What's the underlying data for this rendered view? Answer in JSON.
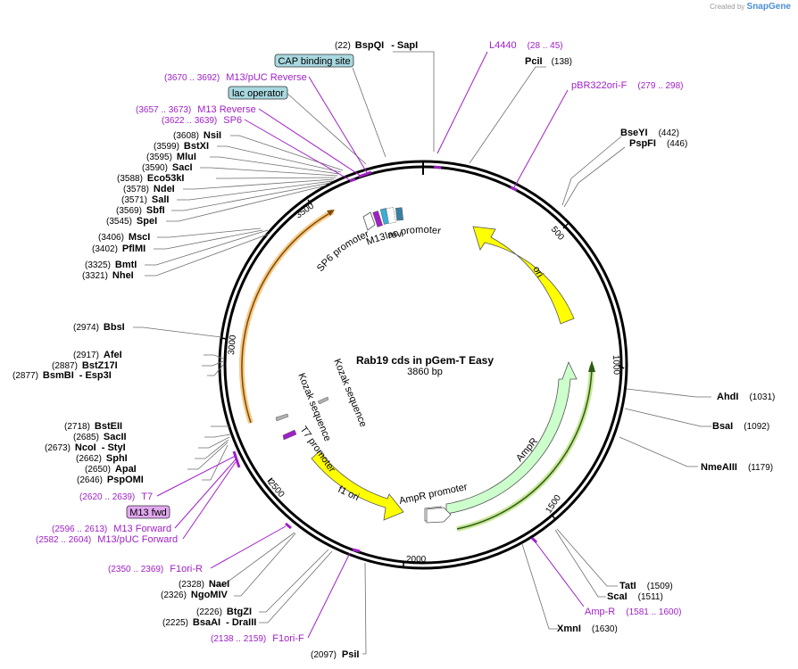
{
  "watermark": {
    "prefix": "Created by",
    "brand": "SnapGene"
  },
  "plasmid": {
    "name": "Rab19 cds in pGem-T Easy",
    "length": "3860 bp"
  },
  "ticks": [
    "500",
    "1000",
    "1500",
    "2000",
    "2500",
    "3000",
    "3500"
  ],
  "features": {
    "ori": "ori",
    "ampr": "AmpR",
    "ampr_promoter": "AmpR promoter",
    "f1_ori": "f1 ori",
    "t7_promoter": "T7 promoter",
    "kozak1": "Kozak sequence",
    "kozak2": "Kozak sequence",
    "sp6_promoter": "SP6 promoter",
    "m13_rev": "M13 rev",
    "lac_promoter": "lac promoter"
  },
  "sites": [
    {
      "pos": "(22)",
      "name": "BspQI",
      "extra": "-  SapI"
    },
    {
      "pos": "(138)",
      "name": "PciI",
      "extra": ""
    },
    {
      "pos": "(442)",
      "name": "BseYI",
      "extra": ""
    },
    {
      "pos": "(446)",
      "name": "PspFI",
      "extra": ""
    },
    {
      "pos": "(1031)",
      "name": "AhdI",
      "extra": ""
    },
    {
      "pos": "(1092)",
      "name": "BsaI",
      "extra": ""
    },
    {
      "pos": "(1179)",
      "name": "NmeAIII",
      "extra": ""
    },
    {
      "pos": "(1509)",
      "name": "TatI",
      "extra": ""
    },
    {
      "pos": "(1511)",
      "name": "ScaI",
      "extra": ""
    },
    {
      "pos": "(1630)",
      "name": "XmnI",
      "extra": ""
    },
    {
      "pos": "(2097)",
      "name": "PsiI",
      "extra": ""
    },
    {
      "pos": "(2225)",
      "name": "BsaAI",
      "extra": "-  DraIII"
    },
    {
      "pos": "(2226)",
      "name": "BtgZI",
      "extra": ""
    },
    {
      "pos": "(2326)",
      "name": "NgoMIV",
      "extra": ""
    },
    {
      "pos": "(2328)",
      "name": "NaeI",
      "extra": ""
    },
    {
      "pos": "(2646)",
      "name": "PspOMI",
      "extra": ""
    },
    {
      "pos": "(2650)",
      "name": "ApaI",
      "extra": ""
    },
    {
      "pos": "(2662)",
      "name": "SphI",
      "extra": ""
    },
    {
      "pos": "(2673)",
      "name": "NcoI",
      "extra": "-  StyI"
    },
    {
      "pos": "(2685)",
      "name": "SacII",
      "extra": ""
    },
    {
      "pos": "(2718)",
      "name": "BstEII",
      "extra": ""
    },
    {
      "pos": "(2877)",
      "name": "BsmBI",
      "extra": "-  Esp3I"
    },
    {
      "pos": "(2887)",
      "name": "BstZ17I",
      "extra": ""
    },
    {
      "pos": "(2917)",
      "name": "AfeI",
      "extra": ""
    },
    {
      "pos": "(2974)",
      "name": "BbsI",
      "extra": ""
    },
    {
      "pos": "(3321)",
      "name": "NheI",
      "extra": ""
    },
    {
      "pos": "(3325)",
      "name": "BmtI",
      "extra": ""
    },
    {
      "pos": "(3402)",
      "name": "PflMI",
      "extra": ""
    },
    {
      "pos": "(3406)",
      "name": "MscI",
      "extra": ""
    },
    {
      "pos": "(3545)",
      "name": "SpeI",
      "extra": ""
    },
    {
      "pos": "(3569)",
      "name": "SbfI",
      "extra": ""
    },
    {
      "pos": "(3571)",
      "name": "SalI",
      "extra": ""
    },
    {
      "pos": "(3578)",
      "name": "NdeI",
      "extra": ""
    },
    {
      "pos": "(3588)",
      "name": "Eco53kI",
      "extra": ""
    },
    {
      "pos": "(3590)",
      "name": "SacI",
      "extra": ""
    },
    {
      "pos": "(3595)",
      "name": "MluI",
      "extra": ""
    },
    {
      "pos": "(3599)",
      "name": "BstXI",
      "extra": ""
    },
    {
      "pos": "(3608)",
      "name": "NsiI",
      "extra": ""
    }
  ],
  "primers": [
    {
      "name": "L4440",
      "range": "(28 .. 45)"
    },
    {
      "name": "pBR322ori-F",
      "range": "(279 .. 298)"
    },
    {
      "name": "Amp-R",
      "range": "(1581 .. 1600)"
    },
    {
      "name": "F1ori-F",
      "range": "(2138 .. 2159)"
    },
    {
      "name": "F1ori-R",
      "range": "(2350 .. 2369)"
    },
    {
      "name": "M13/pUC Forward",
      "range": "(2582 .. 2604)"
    },
    {
      "name": "M13 Forward",
      "range": "(2596 .. 2613)"
    },
    {
      "name": "T7",
      "range": "(2620 .. 2639)"
    },
    {
      "name": "SP6",
      "range": "(3622 .. 3639)"
    },
    {
      "name": "M13 Reverse",
      "range": "(3657 .. 3673)"
    },
    {
      "name": "M13/pUC Reverse",
      "range": "(3670 .. 3692)"
    }
  ],
  "boxes": {
    "cap": "CAP binding site",
    "lac_operator": "lac operator",
    "m13_fwd": "M13 fwd"
  },
  "colors": {
    "ori": "#ffff00",
    "ampr": "#ccffcc",
    "f1_ori": "#ffff00",
    "primer": "#a020c8",
    "orange_orf": "#f5a623",
    "green_orf": "#8bc34a",
    "box_blue": "#a8d8e0",
    "box_purple": "#e2a8f0"
  }
}
